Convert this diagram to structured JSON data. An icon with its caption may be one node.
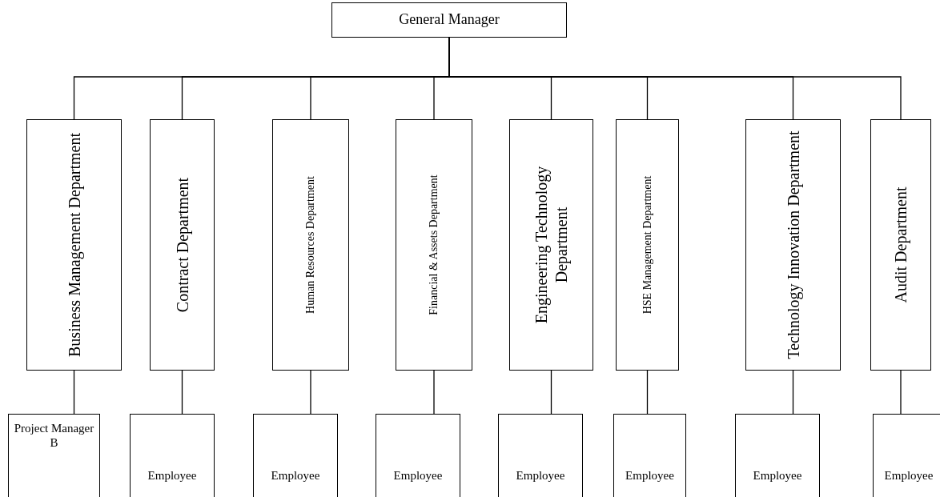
{
  "diagram": {
    "nodes": [
      {
        "text": [
          "General Manager"
        ]
      },
      {
        "text": [
          "Business Management Department"
        ]
      },
      {
        "text": [
          "Contract Department"
        ]
      },
      {
        "text": [
          "Human Resources Department"
        ]
      },
      {
        "text": [
          "Financial & Assets Department"
        ]
      },
      {
        "text": [
          "Engineering Technology Department"
        ]
      },
      {
        "text": [
          "HSE Management Department"
        ]
      },
      {
        "text": [
          "Technology Innovation Department"
        ]
      },
      {
        "text": [
          "Audit Department"
        ]
      },
      {
        "text": [
          "Project Manager B"
        ]
      },
      {
        "text": [
          "Employee"
        ]
      },
      {
        "text": [
          "Employee"
        ]
      },
      {
        "text": [
          "Employee"
        ]
      },
      {
        "text": [
          "Employee"
        ]
      },
      {
        "text": [
          "Employee"
        ]
      },
      {
        "text": [
          "Employee"
        ]
      },
      {
        "text": [
          "Employee"
        ]
      }
    ],
    "edges": [
      {
        "from": 0,
        "to": 1,
        "arrow": "none"
      },
      {
        "from": 0,
        "to": 2,
        "arrow": "none"
      },
      {
        "from": 0,
        "to": 3,
        "arrow": "none"
      },
      {
        "from": 0,
        "to": 4,
        "arrow": "none"
      },
      {
        "from": 0,
        "to": 5,
        "arrow": "none"
      },
      {
        "from": 0,
        "to": 6,
        "arrow": "none"
      },
      {
        "from": 0,
        "to": 7,
        "arrow": "none"
      },
      {
        "from": 0,
        "to": 8,
        "arrow": "none"
      },
      {
        "from": 1,
        "to": 9,
        "arrow": "none"
      },
      {
        "from": 2,
        "to": 10,
        "arrow": "none"
      },
      {
        "from": 3,
        "to": 11,
        "arrow": "none"
      },
      {
        "from": 4,
        "to": 12,
        "arrow": "none"
      },
      {
        "from": 5,
        "to": 13,
        "arrow": "none"
      },
      {
        "from": 6,
        "to": 14,
        "arrow": "none"
      },
      {
        "from": 7,
        "to": 15,
        "arrow": "none"
      },
      {
        "from": 8,
        "to": 16,
        "arrow": "none"
      }
    ]
  }
}
